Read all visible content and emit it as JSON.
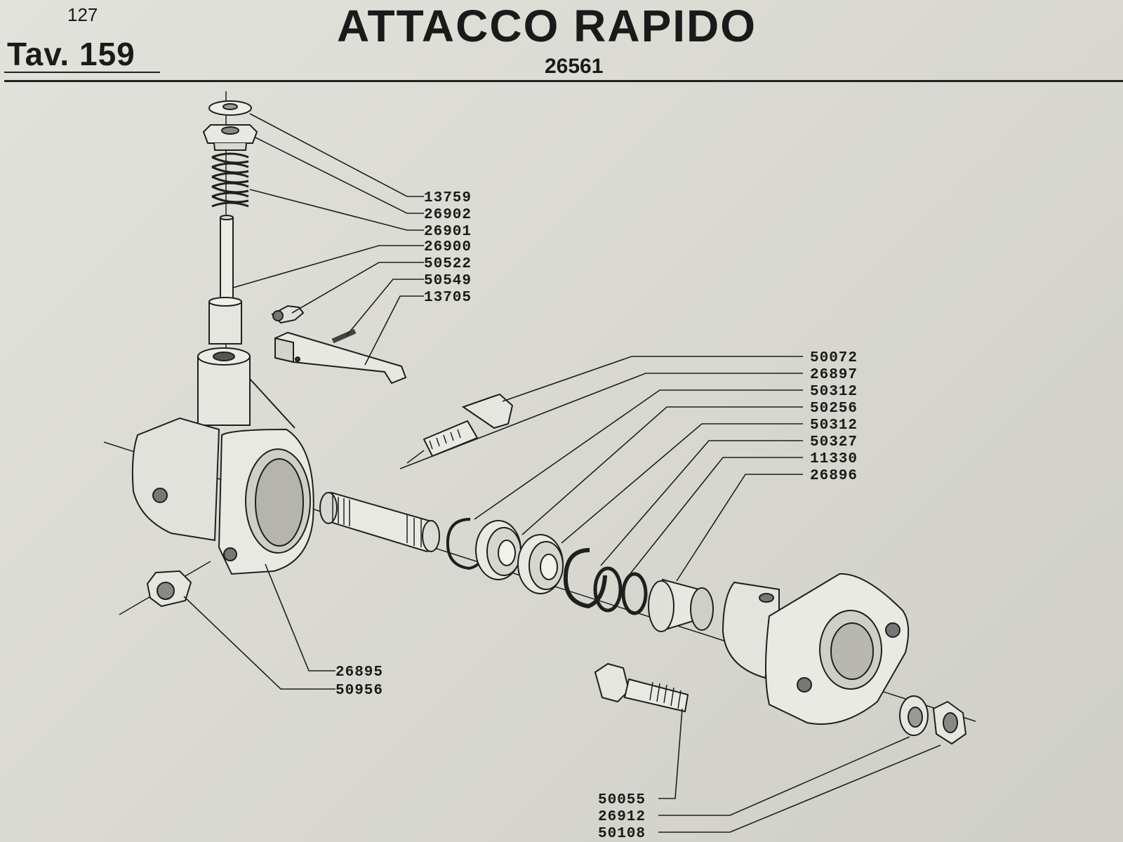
{
  "header": {
    "page_number": "127",
    "plate": "Tav. 159",
    "title": "ATTACCO RAPIDO",
    "code": "26561"
  },
  "parts": {
    "p13759": "13759",
    "p26902": "26902",
    "p26901": "26901",
    "p26900": "26900",
    "p50522": "50522",
    "p50549": "50549",
    "p13705": "13705",
    "p50072": "50072",
    "p26897": "26897",
    "p50312a": "50312",
    "p50256": "50256",
    "p50312b": "50312",
    "p50327": "50327",
    "p11330": "11330",
    "p26896": "26896",
    "p26895": "26895",
    "p50956": "50956",
    "p50055": "50055",
    "p26912": "26912",
    "p50108": "50108"
  }
}
